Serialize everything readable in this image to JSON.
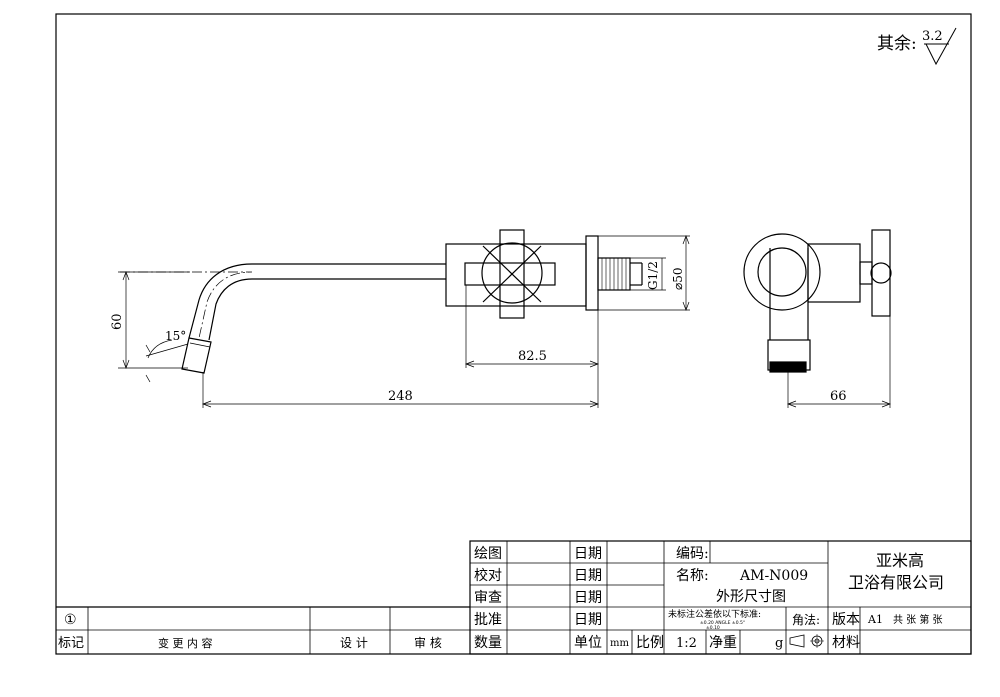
{
  "surface_note": {
    "label": "其余:",
    "value": "3.2"
  },
  "dimensions": {
    "height": "60",
    "angle": "15°",
    "handle_offset": "82.5",
    "total_length": "248",
    "thread": "G1/2",
    "flange_diameter": "⌀50",
    "depth": "66"
  },
  "title_block": {
    "rows": {
      "draw": "绘图",
      "check": "校对",
      "review": "审查",
      "approve": "批准",
      "quantity": "数量"
    },
    "date": "日期",
    "code_label": "编码:",
    "name_label": "名称:",
    "model": "AM-N009",
    "drawing_name": "外形尺寸图",
    "tolerance_note": "未标注公差依以下标准:",
    "tolerance_detail_1": "±0.20  ANGLE  ±0.5°",
    "tolerance_detail_2": "±0.10",
    "projection_label": "角法:",
    "edition_label": "版本",
    "edition_value": "A1",
    "sheets_text": "共  张 第  张",
    "unit_label": "单位",
    "unit_value": "mm",
    "scale_label": "比例",
    "scale_value": "1:2",
    "weight_label": "净重",
    "weight_unit": "g",
    "material_label": "材料",
    "company_line1": "亚米高",
    "company_line2": "卫浴有限公司",
    "revision_symbol": "①",
    "rev_mark_label": "标记",
    "rev_change_label": "变 更 内 容",
    "rev_design_label": "设 计",
    "rev_audit_label": "审 核"
  }
}
